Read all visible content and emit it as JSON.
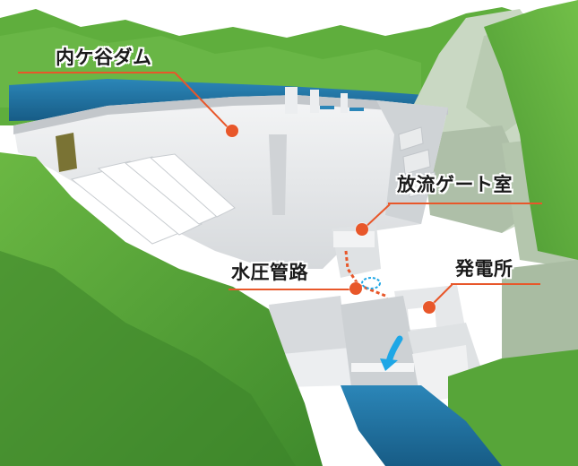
{
  "labels": {
    "dam": "内ケ谷ダム",
    "gate_room": "放流ゲート室",
    "penstock": "水圧管路",
    "power_station": "発電所"
  },
  "colors": {
    "accent": "#e8572a",
    "water": "#1f6f9e",
    "forest": "#4f9a34",
    "concrete": "#e4e6e8",
    "flow_arrow": "#1ea7e6"
  },
  "icons": {
    "flow_direction": "flow-arrow-icon"
  }
}
